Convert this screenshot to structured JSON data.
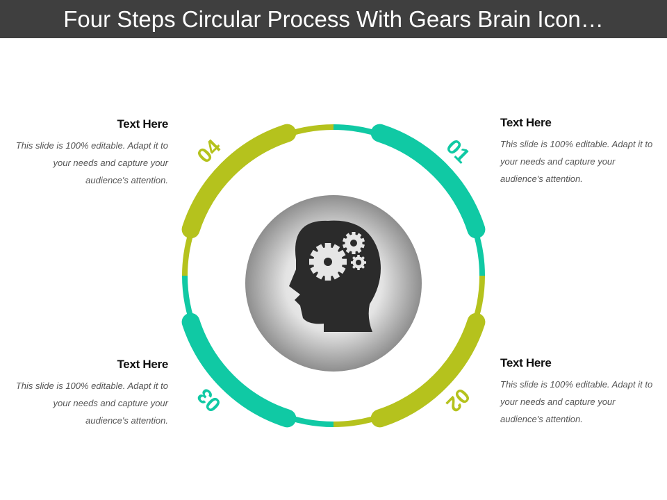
{
  "title": "Four Steps Circular Process With Gears Brain Icon…",
  "colors": {
    "teal": "#10c9a4",
    "olive": "#b5c21d",
    "title_bg": "#3f3f3f",
    "head": "#2b2b2b"
  },
  "icons": {
    "center": "head-with-gears-icon"
  },
  "steps": [
    {
      "number": "01",
      "color": "teal",
      "heading": "Text Here",
      "body": "This slide is 100% editable. Adapt it to your needs and capture your audience's attention."
    },
    {
      "number": "02",
      "color": "olive",
      "heading": "Text Here",
      "body": "This slide is 100% editable. Adapt it to your needs and capture your audience's attention."
    },
    {
      "number": "03",
      "color": "teal",
      "heading": "Text Here",
      "body": "This slide is 100% editable. Adapt it to your needs and capture your audience's attention."
    },
    {
      "number": "04",
      "color": "olive",
      "heading": "Text Here",
      "body": "This slide is 100% editable. Adapt it to your needs and capture your audience's attention."
    }
  ]
}
